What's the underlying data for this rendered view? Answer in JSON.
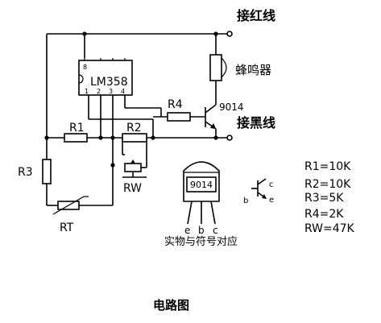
{
  "labels": {
    "red_wire": "接红线",
    "buzzer": "蜂鸣器",
    "black_wire": "接黑线",
    "ic": "LM358",
    "pin8": "8",
    "pin1": "1",
    "pin2": "2",
    "pin3": "3",
    "pin4": "4",
    "r1": "R1",
    "r2": "R2",
    "r3": "R3",
    "r4": "R4",
    "rw": "RW",
    "rt": "RT",
    "transistor": "9014",
    "package_label": "9014",
    "pin_e": "e",
    "pin_b": "b",
    "pin_c": "c",
    "symbol_b": "b",
    "symbol_c": "c",
    "symbol_e": "e",
    "correspondence": "实物与符号对应",
    "caption": "电路图"
  },
  "values": [
    "R1=10K",
    "R2=10K",
    "R3=5K",
    "R4=2K",
    "RW=47K"
  ]
}
